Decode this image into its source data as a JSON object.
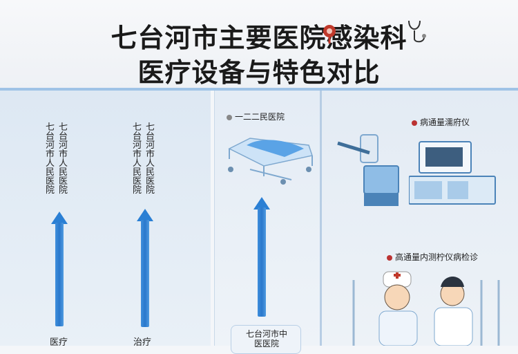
{
  "title": {
    "line1": "七台河市主要医院感染科",
    "line2": "医疗设备与特色对比"
  },
  "columns": [
    {
      "hospital_label": "七台河市人民医院",
      "bottom_label": "医疗"
    },
    {
      "hospital_label": "七台河市人民医院",
      "bottom_label": "治疗"
    }
  ],
  "middle_panel": {
    "top_label": "一二二民医院",
    "bottom_box": "七台河市中医医院"
  },
  "right_panel": {
    "section1_title": "病通量濡府仪",
    "section2_title": "高通量内测柠仪病检诊"
  },
  "colors": {
    "accent": "#2a7fd4",
    "panel_bg": "#dde8f3"
  }
}
